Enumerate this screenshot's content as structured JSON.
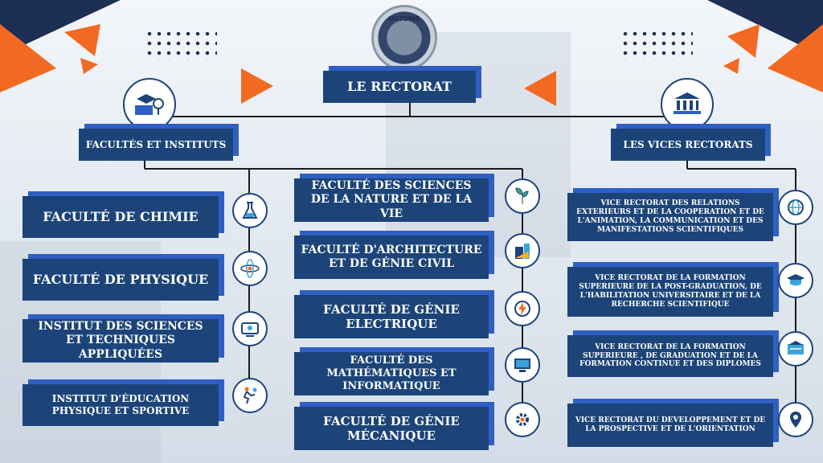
{
  "logo": {
    "text": "USTOMB"
  },
  "rectorat": {
    "label": "LE RECTORAT"
  },
  "facultes_header": {
    "label": "FACULTÉS ET INSTITUTS"
  },
  "vices_header": {
    "label": "LES VICES RECTORATS"
  },
  "faculties_left": [
    {
      "label": "FACULTÉ DE CHIMIE",
      "icon": "chemistry-icon"
    },
    {
      "label": "FACULTÉ DE PHYSIQUE",
      "icon": "physics-icon"
    },
    {
      "label": "INSTITUT DES SCIENCES ET TECHNIQUES APPLIQUÉES",
      "icon": "applied-sciences-icon"
    },
    {
      "label": "INSTITUT D'ÉDUCATION PHYSIQUE ET SPORTIVE",
      "icon": "sports-icon"
    }
  ],
  "faculties_mid": [
    {
      "label": "FACULTÉ DES SCIENCES DE LA NATURE ET DE LA VIE",
      "icon": "nature-icon"
    },
    {
      "label": "FACULTÉ D'ARCHITECTURE ET DE GÉNIE CIVIL",
      "icon": "architecture-icon"
    },
    {
      "label": "FACULTÉ DE GÉNIE ELECTRIQUE",
      "icon": "electrical-icon"
    },
    {
      "label": "FACULTÉ DES MATHÉMATIQUES ET INFORMATIQUE",
      "icon": "computer-icon"
    },
    {
      "label": "FACULTÉ DE GÉNIE MÉCANIQUE",
      "icon": "mechanical-icon"
    }
  ],
  "vices": [
    {
      "label": "VICE RECTORAT DES RELATIONS EXTERIEURS ET DE LA COOPERATION ET DE L'ANIMATION, LA COMMUNICATION ET DES MANIFESTATIONS SCIENTIFIQUES",
      "icon": "globe-icon"
    },
    {
      "label": "VICE RECTORAT DE LA FORMATION SUPERIEURE DE LA POST-GRADUATION, DE L'HABILITATION UNIVERSITAIRE ET DE LA RECHERCHE SCIENTIFIQUE",
      "icon": "graduation-icon"
    },
    {
      "label": "VICE RECTORAT DE LA FORMATION SUPERIEURE , DE GRADUATION ET DE LA FORMATION CONTINUE ET DES DIPLOMES",
      "icon": "diploma-icon"
    },
    {
      "label": "VICE RECTORAT DU DEVELOPPEMENT ET DE LA PROSPECTIVE ET DE L'ORIENTATION",
      "icon": "orientation-icon"
    }
  ],
  "colors": {
    "box": "#1c4479",
    "shadow": "#2f5fc2",
    "accent": "#f26a21",
    "line": "#1b1b1b"
  }
}
